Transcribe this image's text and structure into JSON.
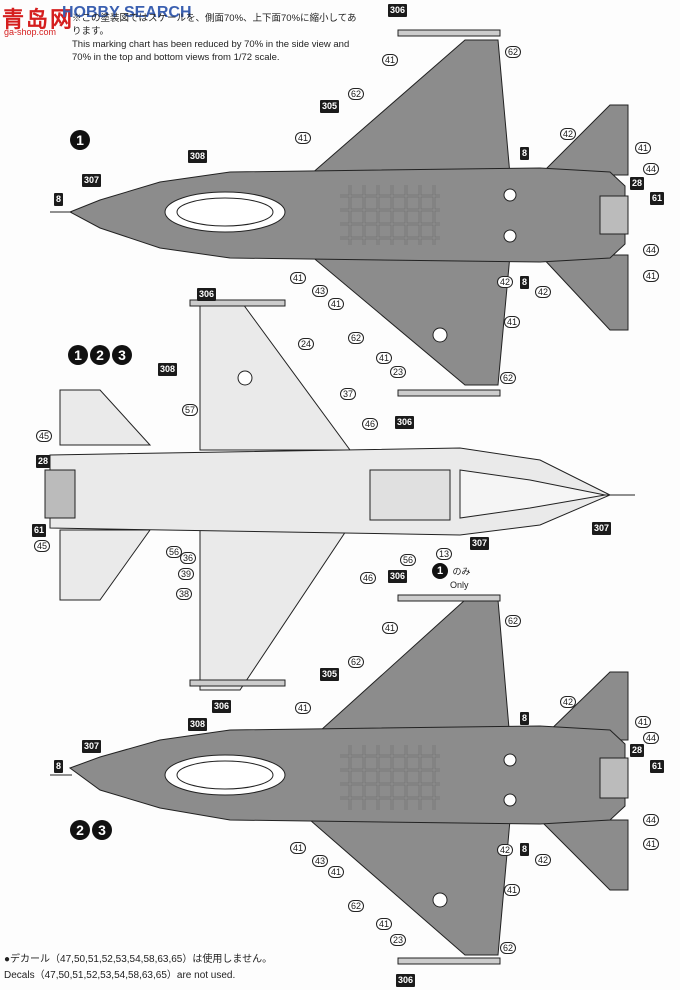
{
  "watermark": {
    "brand_cn": "青岛网",
    "brand_en": "HOBBY SEARCH",
    "url": "ga-shop.com"
  },
  "header_note": {
    "jp": "※この塗装図ではスケールを、側面70%、上下面70%に縮小してあります。",
    "en_line1": "This marking chart has been reduced by 70% in the side view and",
    "en_line2": "70% in the top and bottom views from 1/72 scale."
  },
  "views": {
    "top1": {
      "version_marks": [
        "1"
      ]
    },
    "bottom": {
      "version_marks": [
        "1",
        "2",
        "3"
      ]
    },
    "top2": {
      "version_marks": [
        "2",
        "3"
      ]
    }
  },
  "only_note": {
    "version": "1",
    "jp": "のみ",
    "en": "Only"
  },
  "callouts": {
    "top1": [
      "306",
      "62",
      "41",
      "62",
      "305",
      "42",
      "8",
      "41",
      "308",
      "41",
      "44",
      "28",
      "307",
      "8",
      "61",
      "41",
      "43",
      "41",
      "42",
      "44",
      "8",
      "42",
      "41",
      "41",
      "62",
      "41",
      "23",
      "62",
      "306"
    ],
    "bottom": [
      "306",
      "24",
      "308",
      "37",
      "57",
      "46",
      "45",
      "28",
      "61",
      "45",
      "56",
      "36",
      "39",
      "38",
      "56",
      "13",
      "307",
      "307",
      "46",
      "306"
    ],
    "top2": [
      "306",
      "62",
      "41",
      "62",
      "305",
      "42",
      "8",
      "41",
      "308",
      "41",
      "44",
      "307",
      "28",
      "8",
      "61",
      "41",
      "43",
      "41",
      "42",
      "44",
      "8",
      "42",
      "41",
      "41",
      "62",
      "41",
      "23",
      "62",
      "306"
    ]
  },
  "footer": {
    "jp": "●デカール（47,50,51,52,53,54,58,63,65）は使用しません。",
    "en": "Decals（47,50,51,52,53,54,58,63,65）are not used."
  },
  "colors": {
    "aircraft_gray": "#8c8c8c",
    "light_gray": "#e6e6e6",
    "ink": "#1a1a1a"
  }
}
